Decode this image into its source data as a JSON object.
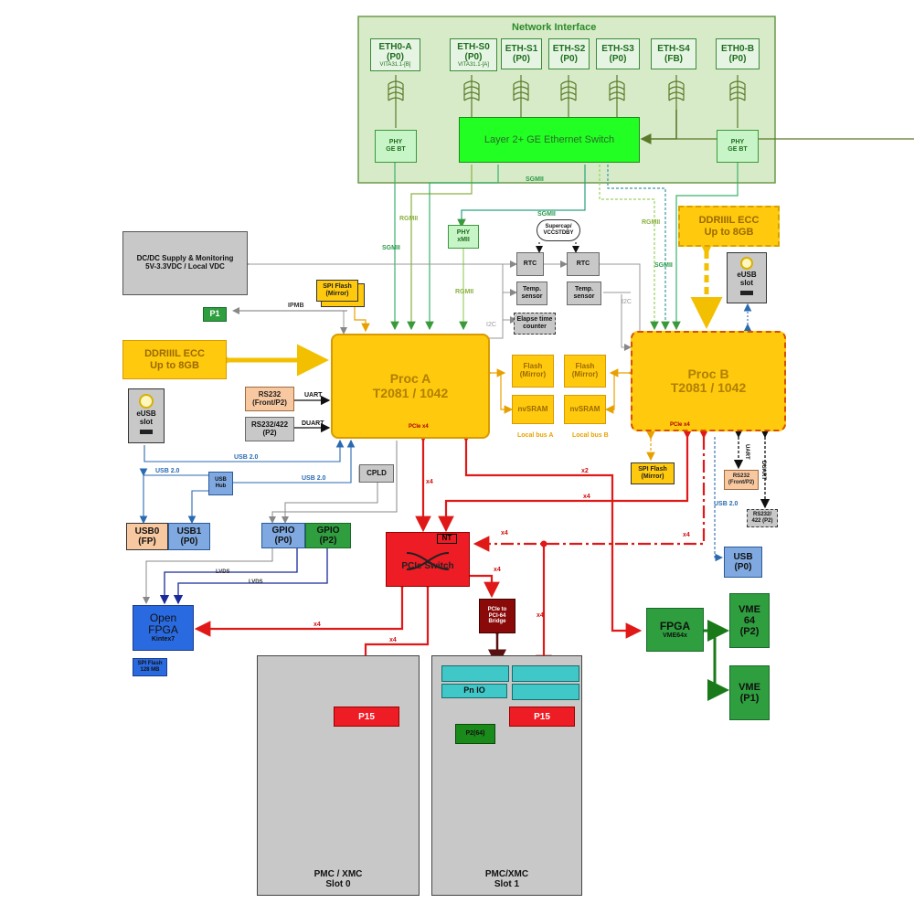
{
  "network": {
    "title": "Network Interface",
    "ports": [
      {
        "name": "ETH0-A",
        "sub": "(P0)",
        "std": "VITA31.1-[B]"
      },
      {
        "name": "ETH-S0",
        "sub": "(P0)",
        "std": "VITA31.1-[A]"
      },
      {
        "name": "ETH-S1",
        "sub": "(P0)",
        "std": ""
      },
      {
        "name": "ETH-S2",
        "sub": "(P0)",
        "std": ""
      },
      {
        "name": "ETH-S3",
        "sub": "(P0)",
        "std": ""
      },
      {
        "name": "ETH-S4",
        "sub": "(FB)",
        "std": ""
      },
      {
        "name": "ETH0-B",
        "sub": "(P0)",
        "std": ""
      }
    ],
    "phy_left": {
      "line1": "PHY",
      "line2": "GE BT"
    },
    "phy_right": {
      "line1": "PHY",
      "line2": "GE BT"
    },
    "switch": "Layer 2+ GE Ethernet Switch"
  },
  "phy_xmii": {
    "line1": "PHY",
    "line2": "xMII"
  },
  "supercap": "Supercap/ VCCSTDBY",
  "rtc_a": "RTC",
  "rtc_b": "RTC",
  "temp_a": {
    "line1": "Temp.",
    "line2": "sensor"
  },
  "temp_b": {
    "line1": "Temp.",
    "line2": "sensor"
  },
  "elapse": {
    "line1": "Elapse time",
    "line2": "counter"
  },
  "dcdc": {
    "line1": "DC/DC Supply & Monitoring",
    "line2": "5V-3.3VDC /  Local VDC"
  },
  "spi_flash_a": {
    "line1": "SPI Flash",
    "line2": "(Mirror)"
  },
  "spi_flash_b": {
    "line1": "SPI Flash",
    "line2": "(Mirror)"
  },
  "p1": "P1",
  "ddr_a": {
    "line1": "DDRIIIL ECC",
    "line2": "Up to 8GB"
  },
  "ddr_b": {
    "line1": "DDRIIIL ECC",
    "line2": "Up to 8GB"
  },
  "proc_a": {
    "line1": "Proc A",
    "line2": "T2081 / 1042",
    "pcie": "PCIe x4"
  },
  "proc_b": {
    "line1": "Proc B",
    "line2": "T2081 / 1042",
    "pcie": "PCIe x4"
  },
  "flash_a": {
    "line1": "Flash",
    "line2": "(Mirror)"
  },
  "flash_b": {
    "line1": "Flash",
    "line2": "(Mirror)"
  },
  "nvsram_a": "nvSRAM",
  "nvsram_b": "nvSRAM",
  "local_bus_a": "Local bus A",
  "local_bus_b": "Local bus B",
  "rs232_a": {
    "line1": "RS232",
    "line2": "(Front/P2)"
  },
  "rs232422_a": {
    "line1": "RS232/422",
    "line2": "(P2)"
  },
  "rs232_b": {
    "line1": "RS232",
    "line2": "(Front/P2)"
  },
  "rs232422_b": {
    "line1": "RS232/",
    "line2": "422 (P2)"
  },
  "esub_a": {
    "line1": "eUSB",
    "line2": "slot"
  },
  "esub_b": {
    "line1": "eUSB",
    "line2": "slot"
  },
  "usb_hub": {
    "line1": "USB",
    "line2": "Hub"
  },
  "usb0": {
    "line1": "USB0",
    "line2": "(FP)"
  },
  "usb1": {
    "line1": "USB1",
    "line2": "(P0)"
  },
  "usb_p0": {
    "line1": "USB",
    "line2": "(P0)"
  },
  "cpld": "CPLD",
  "gpio_p0": {
    "line1": "GPIO",
    "line2": "(P0)"
  },
  "gpio_p2": {
    "line1": "GPIO",
    "line2": "(P2)"
  },
  "pcie_switch": {
    "label": "PCIe Switch",
    "nt": "NT"
  },
  "bridge": {
    "line1": "PCIe to",
    "line2": "PCI-64",
    "line3": "Bridge"
  },
  "fpga_open": {
    "line1": "Open",
    "line2": "FPGA",
    "line3": "Kintex7"
  },
  "spi_flash_128": {
    "line1": "SPI Flash",
    "line2": "128 MB"
  },
  "fpga_vme": {
    "line1": "FPGA",
    "line2": "VME64x"
  },
  "vme64": {
    "line1": "VME",
    "line2": "64",
    "line3": "(P2)"
  },
  "vme_p1": {
    "line1": "VME",
    "line2": "(P1)"
  },
  "slot0": {
    "line1": "PMC / XMC",
    "line2": "Slot 0",
    "p15": "P15"
  },
  "slot1": {
    "line1": "PMC/XMC",
    "line2": "Slot 1",
    "p15": "P15",
    "pnio": "Pn IO",
    "p2": "P2(64)"
  },
  "labels": {
    "sgmii": "SGMII",
    "rgmii": "RGMII",
    "ipmb": "IPMB",
    "i2c": "I2C",
    "uart": "UART",
    "duart": "DUART",
    "usb20": "USB 2.0",
    "lvds": "LVDS",
    "x4": "x4",
    "x2": "x2"
  }
}
